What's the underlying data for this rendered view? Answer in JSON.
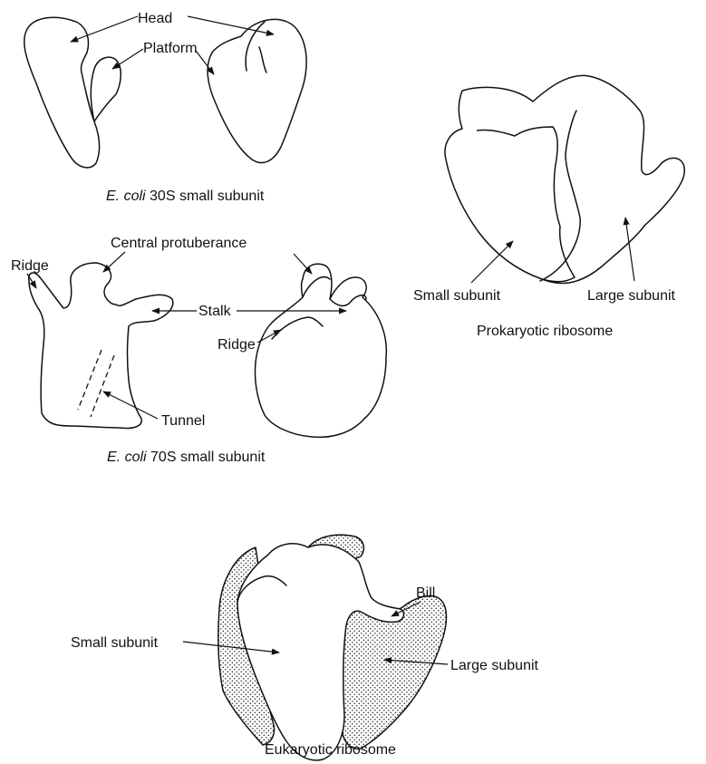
{
  "labels": {
    "head": "Head",
    "platform": "Platform",
    "caption_30s_italic": "E. coli",
    "caption_30s_rest": " 30S small subunit",
    "small_subunit_prok": "Small subunit",
    "large_subunit_prok": "Large subunit",
    "caption_prokaryotic": "Prokaryotic ribosome",
    "ridge_left": "Ridge",
    "central_protuberance": "Central protuberance",
    "stalk": "Stalk",
    "ridge_right": "Ridge",
    "tunnel": "Tunnel",
    "caption_70s_italic": "E. coli",
    "caption_70s_rest": " 70S small subunit",
    "bill": "Bill",
    "small_subunit_euk": "Small subunit",
    "large_subunit_euk": "Large subunit",
    "caption_eukaryotic": "Eukaryotic ribosome"
  },
  "colors": {
    "ink": "#111111",
    "background": "#ffffff"
  }
}
